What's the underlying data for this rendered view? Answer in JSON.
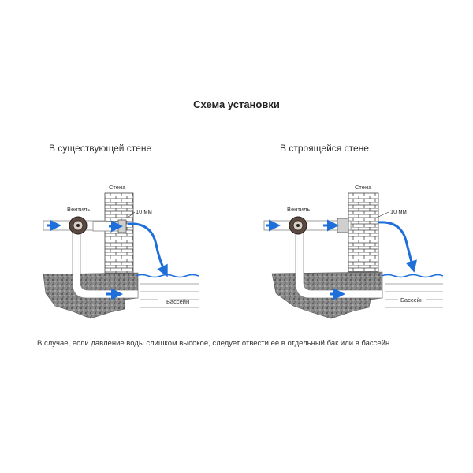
{
  "title": "Схема установки",
  "left": {
    "subtitle": "В существующей стене",
    "wall_label": "Стена",
    "valve_label": "Вентиль",
    "gap_label": "10 мм",
    "pool_label": "Бассейн"
  },
  "right": {
    "subtitle": "В строящейся стене",
    "wall_label": "Стена",
    "valve_label": "Вентиль",
    "gap_label": "10 мм",
    "pool_label": "Бассейн"
  },
  "note": "В случае, если давление воды слишком высокое, следует отвести ее в отдельный бак или в бассейн.",
  "colors": {
    "water": "#1e6fd9",
    "pipe": "#9a9a9a",
    "gravel": "#6e6e6e",
    "valve": "#5a4a42"
  }
}
